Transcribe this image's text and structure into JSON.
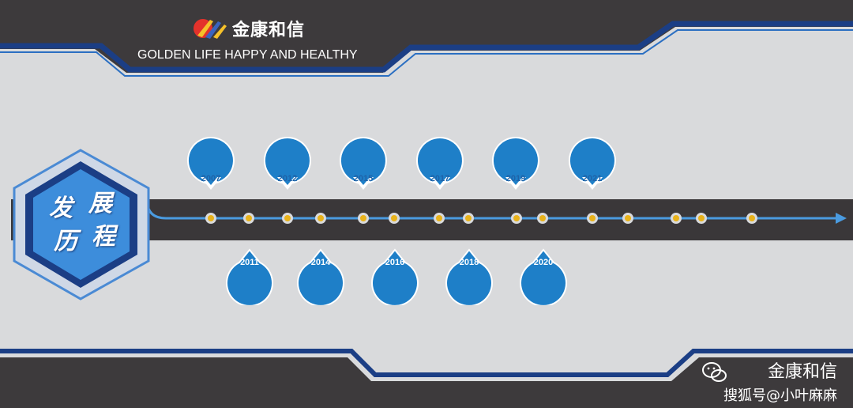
{
  "header": {
    "brand": "金康和信",
    "slogan": "GOLDEN LIFE HAPPY AND HEALTHY"
  },
  "section_title": {
    "chars": [
      "发",
      "展",
      "历",
      "程"
    ]
  },
  "milestones_top": [
    {
      "year": "2007",
      "desc": ""
    },
    {
      "year": "2012",
      "desc": ""
    },
    {
      "year": "2015",
      "desc": ""
    },
    {
      "year": "2017",
      "desc": ""
    },
    {
      "year": "2019",
      "desc": ""
    },
    {
      "year": "2021",
      "desc": ""
    }
  ],
  "milestones_bottom": [
    {
      "year": "2011",
      "desc": ""
    },
    {
      "year": "2014",
      "desc": ""
    },
    {
      "year": "2016",
      "desc": ""
    },
    {
      "year": "2018",
      "desc": ""
    },
    {
      "year": "2020",
      "desc": ""
    }
  ],
  "watermark": {
    "brand": "金康和信",
    "source": "搜狐号@小叶麻麻"
  },
  "colors": {
    "dark": "#3d3a3c",
    "navy": "#1b3e85",
    "blue": "#2f8fd8",
    "light_blue": "#64b5f0",
    "timeline_dot": "#e8b21b"
  },
  "icons": [
    "logo-mark-icon",
    "wechat-icon"
  ]
}
